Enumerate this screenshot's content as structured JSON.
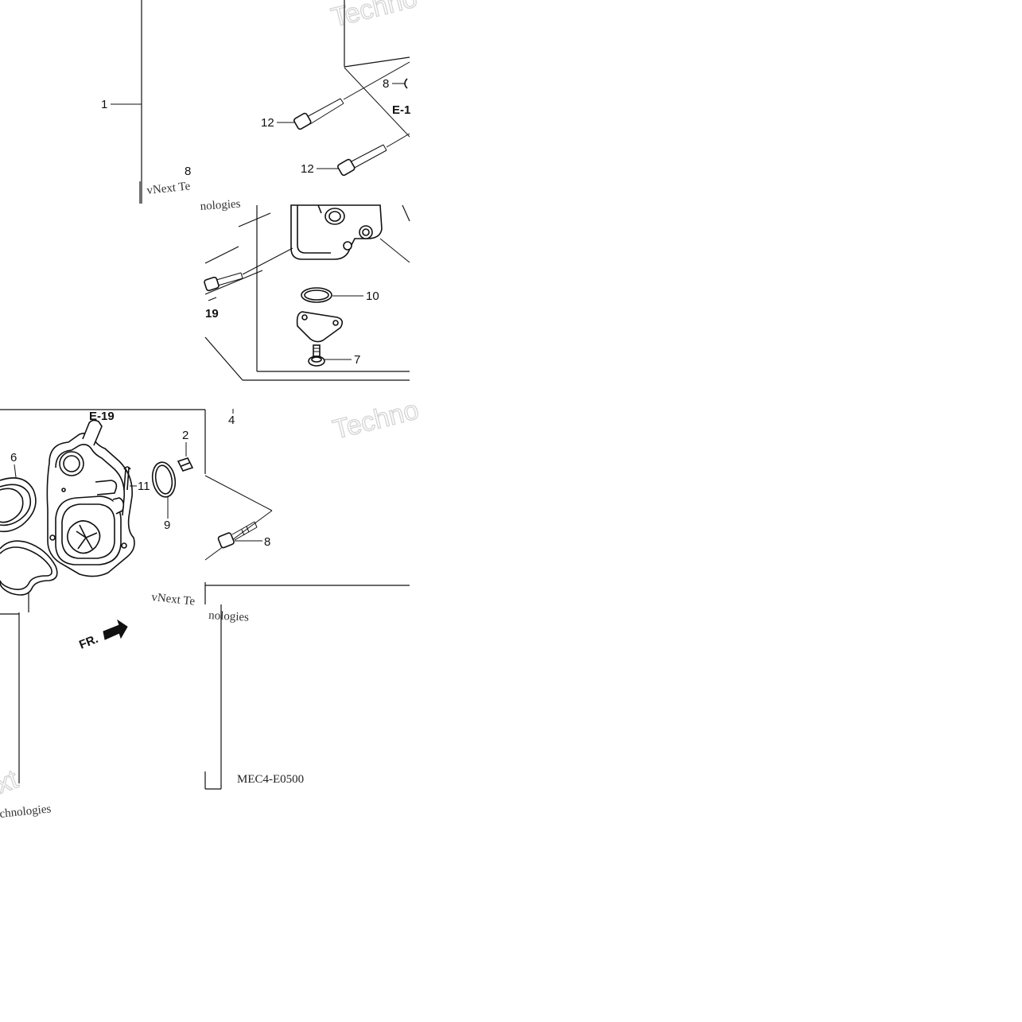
{
  "diagram": {
    "code": "MEC4-E0500",
    "ref_label": "E-19",
    "ref_label_partial_top": "E-1",
    "ref_label_partial_left": "19",
    "front_marker": "FR.",
    "callouts": {
      "n1": "1",
      "n2": "2",
      "n4": "4",
      "n6": "6",
      "n7": "7",
      "n8a": "8",
      "n8b": "8",
      "n8c": "8",
      "n9": "9",
      "n10": "10",
      "n11": "11",
      "n12a": "12",
      "n12b": "12"
    }
  },
  "watermarks": {
    "techno_a": "Techno",
    "techno_b": "Techno",
    "vnext_a": "vNext Te",
    "vnext_b": "vNext Te",
    "nologies_a": "nologies",
    "nologies_b": "nologies",
    "xt": "xt",
    "chnologies": "chnologies"
  },
  "colors": {
    "line": "#111111",
    "watermark": "#d4d4d4",
    "background": "#ffffff"
  }
}
